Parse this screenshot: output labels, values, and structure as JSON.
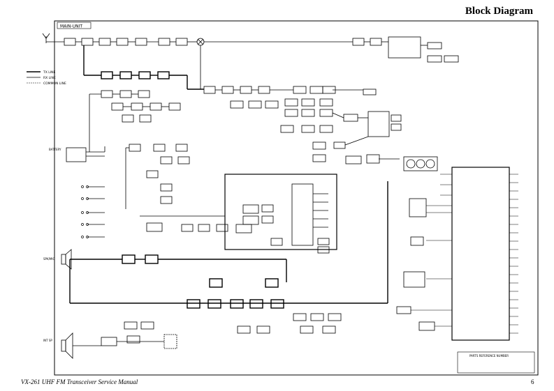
{
  "header": {
    "title": "Block Diagram"
  },
  "unit": {
    "label": "MAIN-UNIT"
  },
  "footer": {
    "manual": "VX-261 UHF FM Transceiver Service Manual",
    "page": "6"
  },
  "panels": {
    "parts_reference": "PARTS REFERENCE NUMBER"
  },
  "legend": [
    {
      "label": "TX LINE"
    },
    {
      "label": "RX LINE"
    },
    {
      "label": "COMMON LINE"
    }
  ],
  "connectors": {
    "battery": "BATTERY",
    "spk_mic": "SPK/MIC",
    "int_spk": "INT SP"
  },
  "colors": {
    "line": "#000000",
    "paper": "#ffffff"
  }
}
